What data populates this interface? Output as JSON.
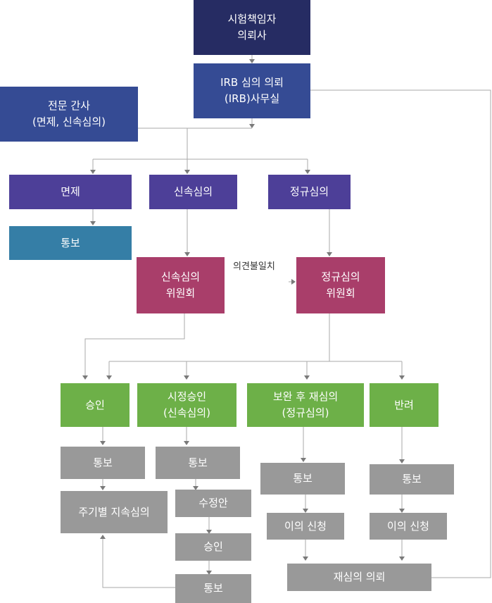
{
  "nodes": {
    "researcher": "시험책임자\n의뢰사",
    "irb_request": "IRB 심의 의뢰\n(IRB)사무실",
    "expert": "전문 간사\n(면제, 신속심의)",
    "exempt": "면제",
    "expedited": "신속심의",
    "regular": "정규심의",
    "notice_exempt": "통보",
    "expedited_committee": "신속심의\n위원회",
    "regular_committee": "정규심의\n위원회",
    "approve": "승인",
    "conditional": "시정승인\n(신속심의)",
    "supplement": "보완 후 재심의\n(정규심의)",
    "reject": "반려",
    "notice_approve": "통보",
    "periodic": "주기별 지속심의",
    "notice_conditional": "통보",
    "revision": "수정안",
    "approve2": "승인",
    "notice_final": "통보",
    "notice_supplement": "통보",
    "objection1": "이의 신청",
    "notice_reject": "통보",
    "objection2": "이의 신청",
    "rereview": "재심의 의뢰"
  },
  "annotation": "의견불일치",
  "colors": {
    "line": "#aaaaaa",
    "arrow": "#7a7a7a"
  }
}
